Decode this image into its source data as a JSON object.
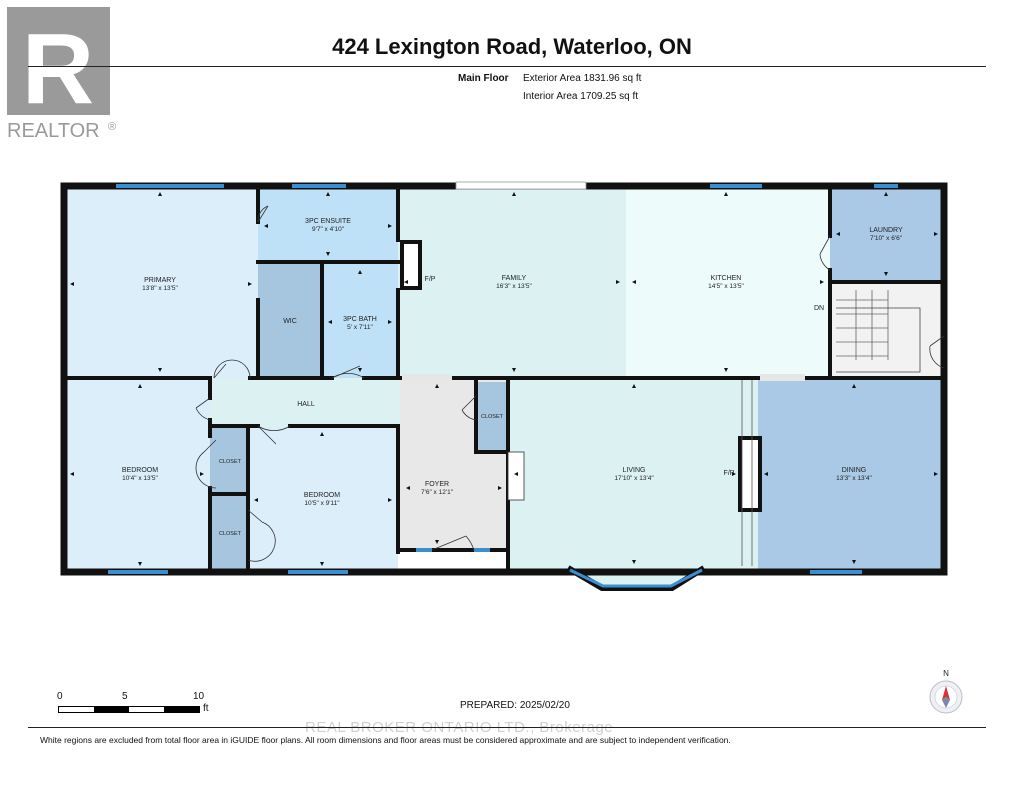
{
  "logo": {
    "text": "REALTOR",
    "mark": "R",
    "registered": "®",
    "color": "#9a9a9a"
  },
  "header": {
    "title": "424 Lexington Road, Waterloo, ON",
    "floor_name": "Main Floor",
    "exterior_area": "Exterior Area 1831.96 sq ft",
    "interior_area": "Interior Area 1709.25 sq ft"
  },
  "rooms": {
    "primary": {
      "name": "PRIMARY",
      "dims": "13'8\" x 13'5\""
    },
    "ensuite": {
      "name": "3PC ENSUITE",
      "dims": "9'7\" x 4'10\""
    },
    "wic": {
      "name": "WIC"
    },
    "bath": {
      "name": "3PC BATH",
      "dims": "5' x 7'11\""
    },
    "family": {
      "name": "FAMILY",
      "dims": "16'3\" x 13'5\""
    },
    "kitchen": {
      "name": "KITCHEN",
      "dims": "14'5\" x 13'5\""
    },
    "laundry": {
      "name": "LAUNDRY",
      "dims": "7'10\" x 6'6\""
    },
    "hall": {
      "name": "HALL"
    },
    "bedroom1": {
      "name": "BEDROOM",
      "dims": "10'4\" x 13'5\""
    },
    "bedroom2": {
      "name": "BEDROOM",
      "dims": "10'5\" x 9'11\""
    },
    "closet1": {
      "name": "CLOSET"
    },
    "closet2": {
      "name": "CLOSET"
    },
    "closet3": {
      "name": "CLOSET"
    },
    "foyer": {
      "name": "FOYER",
      "dims": "7'6\" x 12'1\""
    },
    "living": {
      "name": "LIVING",
      "dims": "17'10\" x 13'4\""
    },
    "dining": {
      "name": "DINING",
      "dims": "13'3\" x 13'4\""
    }
  },
  "markers": {
    "fireplace": "F/P",
    "down": "DN"
  },
  "colors": {
    "wall": "#111111",
    "window": "#3b8fd0",
    "bedroom": "#dceefa",
    "bath": "#bfe1f7",
    "living": "#dcf1f2",
    "kitchen": "#eefbfb",
    "dining": "#a9c9e6",
    "utility": "#a6c6df",
    "foyer": "#e8e8e8"
  },
  "scale": {
    "zero": "0",
    "five": "5",
    "ten": "10",
    "unit": "ft"
  },
  "footer": {
    "prepared": "PREPARED: 2025/02/20",
    "watermark": "REAL BROKER ONTARIO LTD., Brokerage",
    "disclaimer": "White regions are excluded from total floor area in iGUIDE floor plans. All room dimensions and floor areas must be considered approximate and are subject to independent verification."
  },
  "compass": {
    "north": "N"
  }
}
